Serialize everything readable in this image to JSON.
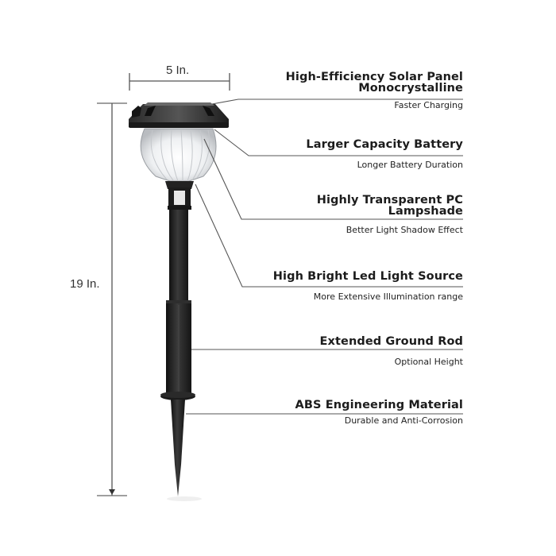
{
  "dimensions": {
    "width_label": "5 In.",
    "height_label": "19 In."
  },
  "features": [
    {
      "title_line1": "High-Efficiency Solar Panel",
      "title_line2": "Monocrystalline",
      "subtitle": "Faster Charging"
    },
    {
      "title_line1": "Larger Capacity Battery",
      "title_line2": "",
      "subtitle": "Longer Battery Duration"
    },
    {
      "title_line1": "Highly Transparent PC",
      "title_line2": "Lampshade",
      "subtitle": "Better Light Shadow Effect"
    },
    {
      "title_line1": "High Bright Led Light Source",
      "title_line2": "",
      "subtitle": "More Extensive Illumination range"
    },
    {
      "title_line1": "Extended Ground Rod",
      "title_line2": "",
      "subtitle": "Optional Height"
    },
    {
      "title_line1": "ABS Engineering Material",
      "title_line2": "",
      "subtitle": "Durable and Anti-Corrosion"
    }
  ],
  "colors": {
    "lamp_body": "#1f1f1f",
    "callout_line": "#555555",
    "text": "#1c1c1c",
    "background": "#ffffff"
  }
}
